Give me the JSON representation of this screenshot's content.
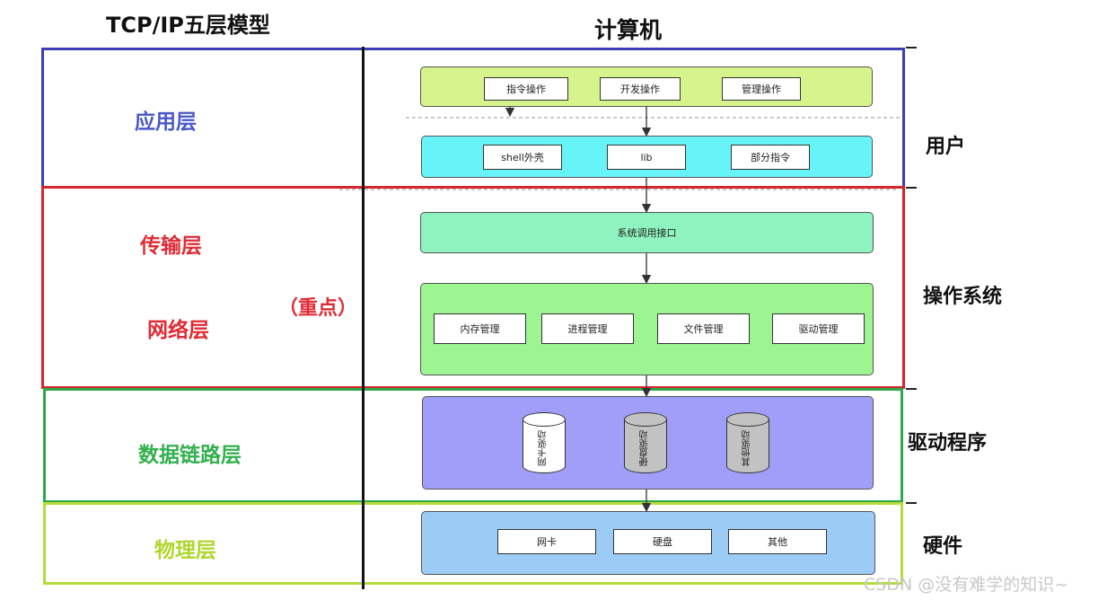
{
  "headers": {
    "model_title": "TCP/IP五层模型",
    "computer_title": "计算机"
  },
  "layers": {
    "application": "应用层",
    "transport": "传输层",
    "network": "网络层",
    "key_point": "（重点）",
    "data_link": "数据链路层",
    "physical": "物理层"
  },
  "right_labels": {
    "user": "用户",
    "os": "操作系统",
    "driver": "驱动程序",
    "hardware": "硬件"
  },
  "user_panel": {
    "commands": [
      "指令操作",
      "开发操作",
      "管理操作"
    ],
    "shell_items": [
      "shell外壳",
      "lib",
      "部分指令"
    ]
  },
  "os_panel": {
    "syscall": "系统调用接口",
    "managers": [
      "内存管理",
      "进程管理",
      "文件管理",
      "驱动管理"
    ]
  },
  "driver_panel": {
    "drivers": [
      "网卡驱动",
      "硬盘驱动",
      "其他驱动"
    ]
  },
  "hardware_panel": {
    "devices": [
      "网卡",
      "硬盘",
      "其他"
    ]
  },
  "watermark": "CSDN @没有难学的知识~",
  "colors": {
    "app_border": "#3b3fb3",
    "transport_network_border": "#d6252e",
    "data_link_border": "#2fa84a",
    "physical_border": "#b4dc3c",
    "cmd_panel": "#d7f48c",
    "shell_panel": "#66f4f8",
    "syscall_panel": "#8ff3bf",
    "mgmt_panel": "#9df592",
    "driver_panel": "#a09ef8",
    "hardware_panel": "#9ccbf5"
  }
}
